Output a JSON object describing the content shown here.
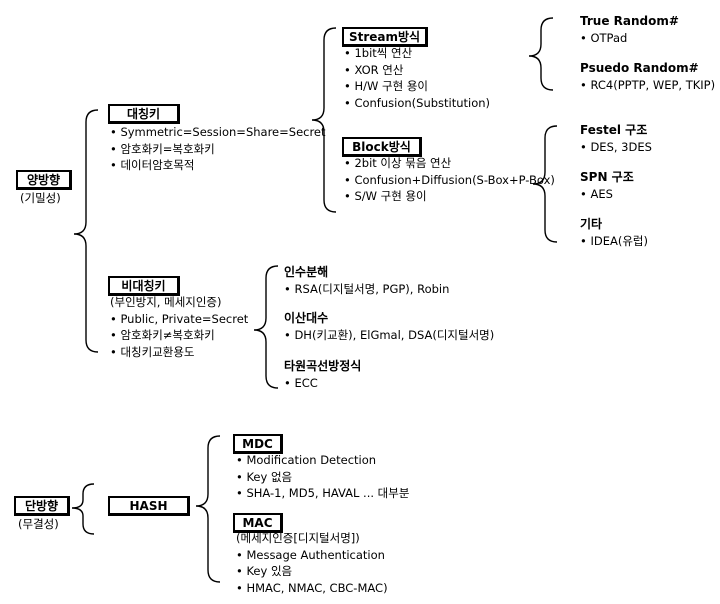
{
  "root1": {
    "label": "양방향",
    "sub": "(기밀성)",
    "symmetric": {
      "label": "대칭키",
      "items": [
        "Symmetric=Session=Share=Secret",
        "암호화키=복호화키",
        "데이터암호목적"
      ],
      "stream": {
        "label": "Stream방식",
        "items": [
          "1bit씩 연산",
          "XOR 연산",
          "H/W 구현 용이",
          "Confusion(Substitution)"
        ],
        "groups": [
          {
            "title": "True Random#",
            "items": [
              "OTPad"
            ]
          },
          {
            "title": "Psuedo Random#",
            "items": [
              "RC4(PPTP, WEP, TKIP)"
            ]
          }
        ]
      },
      "block": {
        "label": "Block방식",
        "items": [
          "2bit 이상 묶음 연산",
          "Confusion+Diffusion(S-Box+P-Box)",
          "S/W 구현 용이"
        ],
        "groups": [
          {
            "title": "Festel 구조",
            "items": [
              "DES, 3DES"
            ]
          },
          {
            "title": "SPN 구조",
            "items": [
              "AES"
            ]
          },
          {
            "title": "기타",
            "items": [
              "IDEA(유럽)"
            ]
          }
        ]
      }
    },
    "asymmetric": {
      "label": "비대칭키",
      "note": "(부인방지, 메세지인증)",
      "items": [
        "Public, Private=Secret",
        "암호화키≠복호화키",
        "대칭키교환용도"
      ],
      "groups": [
        {
          "title": "인수분해",
          "items": [
            "RSA(디지털서명, PGP), Robin"
          ]
        },
        {
          "title": "이산대수",
          "items": [
            "DH(키교환), ElGmal, DSA(디지털서명)"
          ]
        },
        {
          "title": "타원곡선방정식",
          "items": [
            "ECC"
          ]
        }
      ]
    }
  },
  "root2": {
    "label": "단방향",
    "sub": "(무결성)",
    "hash": {
      "label": "HASH",
      "mdc": {
        "label": "MDC",
        "items": [
          "Modification Detection",
          "Key 없음",
          "SHA-1, MD5, HAVAL ... 대부분"
        ]
      },
      "mac": {
        "label": "MAC",
        "note": "(메세지인증[디지털서명])",
        "items": [
          "Message Authentication",
          "Key 있음",
          "HMAC, NMAC, CBC-MAC)"
        ]
      }
    }
  }
}
